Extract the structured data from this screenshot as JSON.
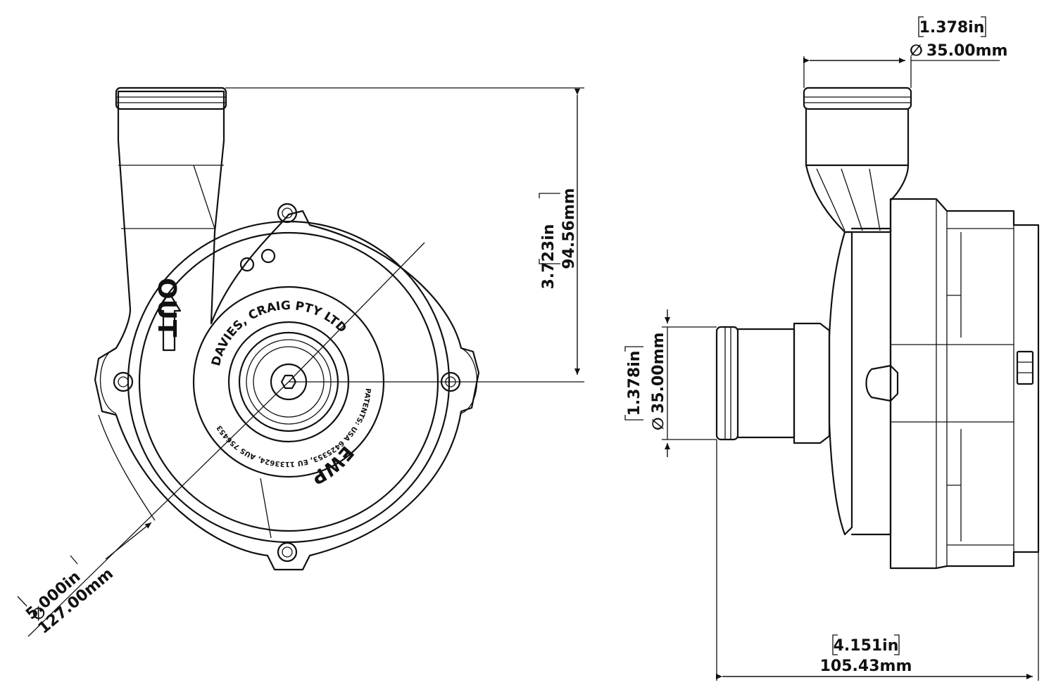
{
  "dimensions": {
    "top_outlet": {
      "inches": "1.378in",
      "diameter_symbol": "∅",
      "mm": "35.00mm"
    },
    "height": {
      "inches": "3.723in",
      "mm": "94.56mm"
    },
    "inlet": {
      "inches": "1.378in",
      "diameter_symbol": "∅",
      "mm": "35.00mm"
    },
    "body_diameter": {
      "inches": "5.000in",
      "diameter_symbol": "∅",
      "mm": "127.00mm"
    },
    "depth": {
      "inches": "4.151in",
      "mm": "105.43mm"
    }
  },
  "markings": {
    "outlet_label": "OUT",
    "maker_arc": "DAVIES, CRAIG PTY LTD",
    "patent_arc": "PATENTS: USA 6425353, EU 1133624, AUS 756453",
    "product": "EWP"
  },
  "colors": {
    "line": "#111111",
    "background": "#ffffff"
  }
}
